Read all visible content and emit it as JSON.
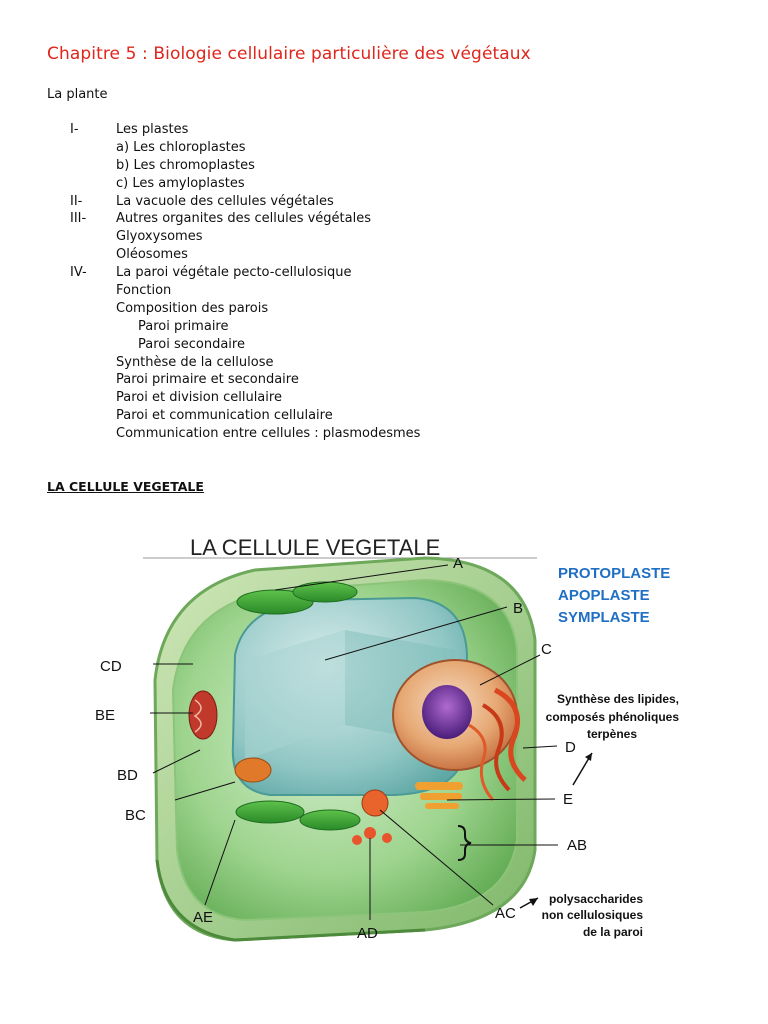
{
  "document": {
    "title": "Chapitre 5 : Biologie cellulaire particulière des végétaux",
    "subtitle": "La plante",
    "toc": [
      {
        "num": "I-",
        "text": "Les plastes",
        "level": 0
      },
      {
        "num": "",
        "text": "a)   Les chloroplastes",
        "level": 1
      },
      {
        "num": "",
        "text": "b)   Les chromoplastes",
        "level": 1
      },
      {
        "num": "",
        "text": "c)   Les amyloplastes",
        "level": 1
      },
      {
        "num": "II-",
        "text": "La vacuole des cellules végétales",
        "level": 0
      },
      {
        "num": "III-",
        "text": "Autres organites des cellules végétales",
        "level": 0
      },
      {
        "num": "",
        "text": "Glyoxysomes",
        "level": 0
      },
      {
        "num": "",
        "text": "Oléosomes",
        "level": 0
      },
      {
        "num": "IV-",
        "text": "La paroi végétale pecto-cellulosique",
        "level": 0
      },
      {
        "num": "",
        "text": "Fonction",
        "level": 0
      },
      {
        "num": "",
        "text": "Composition des parois",
        "level": 0
      },
      {
        "num": "",
        "text": "Paroi primaire",
        "level": 2
      },
      {
        "num": "",
        "text": "Paroi secondaire",
        "level": 2
      },
      {
        "num": "",
        "text": "Synthèse de la cellulose",
        "level": 0
      },
      {
        "num": "",
        "text": "Paroi primaire et secondaire",
        "level": 0
      },
      {
        "num": "",
        "text": "Paroi et division cellulaire",
        "level": 0
      },
      {
        "num": "",
        "text": "Paroi et communication cellulaire",
        "level": 0
      },
      {
        "num": "",
        "text": "Communication entre cellules : plasmodesmes",
        "level": 0
      }
    ],
    "section_heading": "LA CELLULE VEGETALE"
  },
  "figure": {
    "title": "LA CELLULE VEGETALE",
    "blue_terms": [
      "PROTOPLASTE",
      "APOPLASTE",
      "SYMPLASTE"
    ],
    "labels": {
      "A": "A",
      "B": "B",
      "C": "C",
      "D": "D",
      "E": "E",
      "AB": "AB",
      "AC": "AC",
      "AD": "AD",
      "AE": "AE",
      "BC": "BC",
      "BD": "BD",
      "BE": "BE",
      "CD": "CD"
    },
    "note_lipides": [
      "Synthèse des lipides,",
      "composés phénoliques",
      "terpènes"
    ],
    "note_polysaccharides": [
      "polysaccharides",
      "non cellulosiques",
      "de la paroi"
    ],
    "colors": {
      "title_red": "#e0251b",
      "term_blue": "#1f6fc5"
    }
  }
}
